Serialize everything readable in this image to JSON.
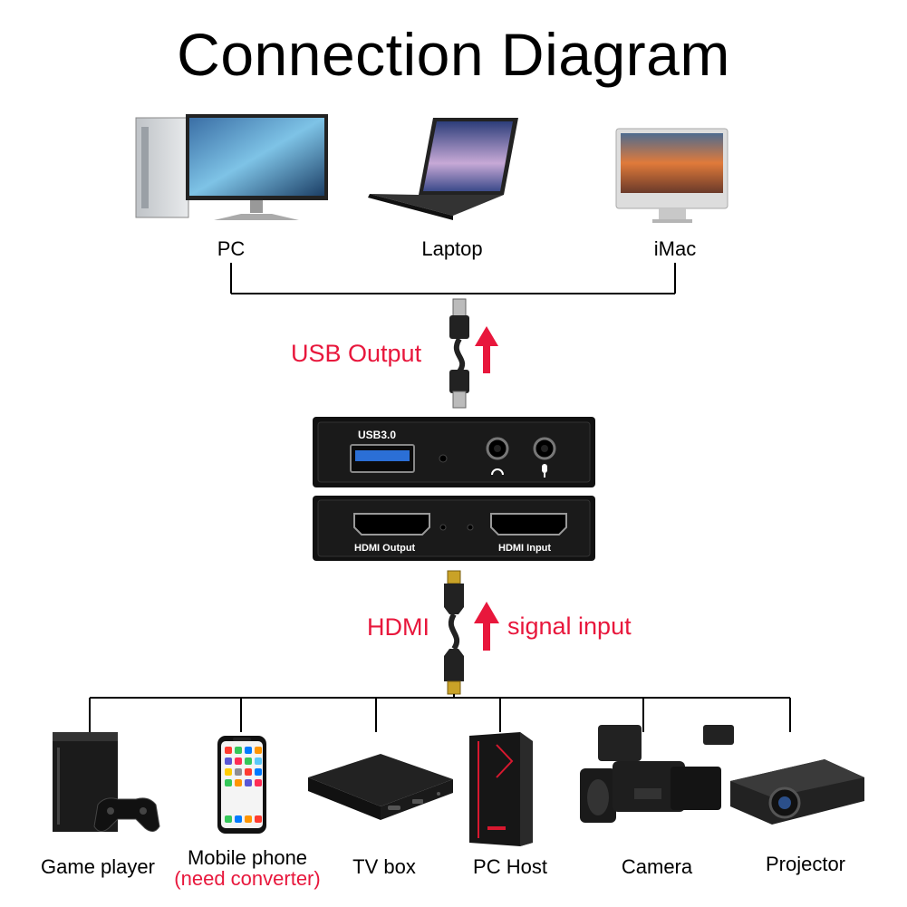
{
  "title": "Connection Diagram",
  "top_devices": [
    {
      "label": "PC"
    },
    {
      "label": "Laptop"
    },
    {
      "label": "iMac"
    }
  ],
  "usb_output_label": "USB Output",
  "device": {
    "usb_port_label": "USB3.0",
    "hdmi_output_label": "HDMI Output",
    "hdmi_input_label": "HDMI Input"
  },
  "hdmi_label": "HDMI",
  "signal_input_label": "signal input",
  "bottom_devices": [
    {
      "label": "Game player"
    },
    {
      "label": "Mobile phone",
      "note": "(need converter)"
    },
    {
      "label": "TV box"
    },
    {
      "label": "PC Host"
    },
    {
      "label": "Camera"
    },
    {
      "label": "Projector"
    }
  ],
  "colors": {
    "accent": "#e8173c",
    "line": "#000000",
    "device_body": "#111111"
  }
}
